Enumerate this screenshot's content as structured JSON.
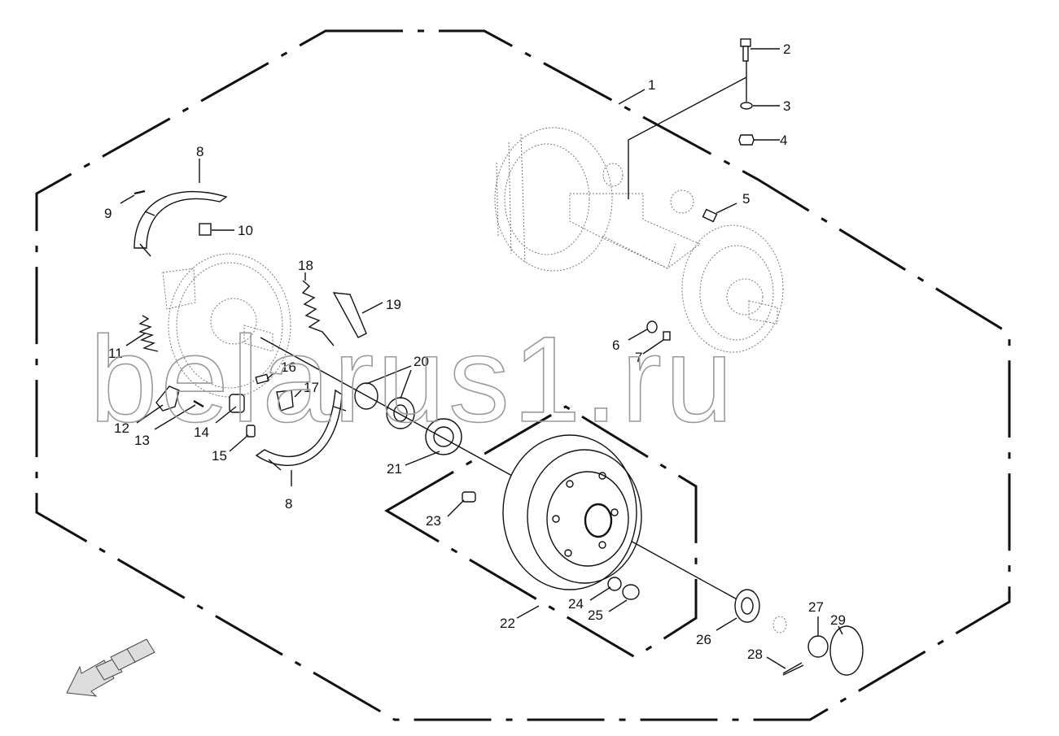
{
  "watermark": "belarus1.ru",
  "callouts": [
    "1",
    "2",
    "3",
    "4",
    "5",
    "6",
    "7",
    "8",
    "8",
    "9",
    "10",
    "11",
    "12",
    "13",
    "14",
    "15",
    "16",
    "17",
    "18",
    "19",
    "20",
    "21",
    "22",
    "23",
    "24",
    "25",
    "26",
    "27",
    "28",
    "29"
  ],
  "icons": [
    "direction-arrow-icon"
  ]
}
